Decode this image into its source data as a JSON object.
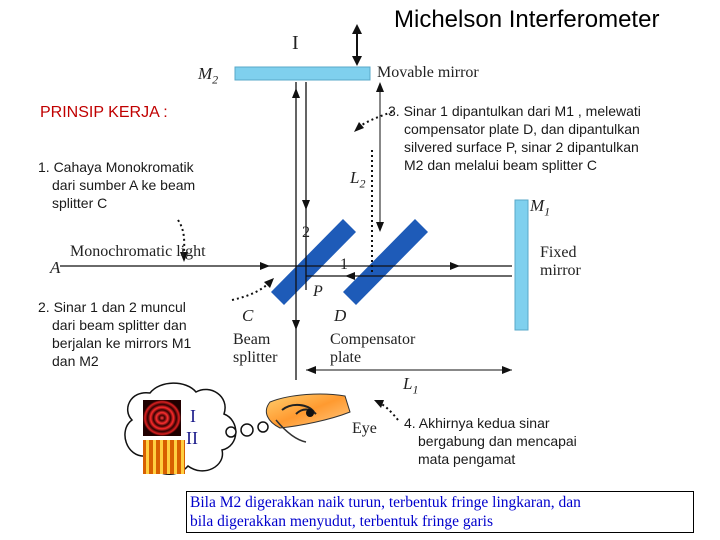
{
  "title": "Michelson Interferometer",
  "principle_heading": "PRINSIP KERJA :",
  "steps": {
    "step1_line1": "1. Cahaya Monokromatik",
    "step1_line2": "dari sumber A ke beam",
    "step1_line3": "splitter C",
    "step2_line1": "2. Sinar 1 dan 2  muncul",
    "step2_line2": "dari beam splitter dan",
    "step2_line3": "berjalan ke mirrors M1",
    "step2_line4": "dan M2",
    "step3_line1": "3. Sinar 1 dipantulkan dari M1 , melewati",
    "step3_line2": "compensator plate D, dan dipantulkan",
    "step3_line3": "silvered surface P,  sinar 2 dipantulkan",
    "step3_line4": "M2 dan melalui beam splitter C",
    "step4_line1": "4. Akhirnya  kedua sinar",
    "step4_line2": "bergabung dan mencapai",
    "step4_line3": "mata pengamat"
  },
  "labels": {
    "roman_top": "I",
    "m2": "M2",
    "movable_mirror": "Movable mirror",
    "l2": "L2",
    "m1": "M1",
    "fixed_mirror_1": "Fixed",
    "fixed_mirror_2": "mirror",
    "ray2": "2",
    "ray1": "1",
    "monochromatic_light": "Monochromatic light",
    "source_a": "A",
    "point_p": "P",
    "point_c": "C",
    "point_d": "D",
    "beam": "Beam",
    "splitter": "splitter",
    "compensator": "Compensator",
    "plate": "plate",
    "l1": "L1",
    "eye": "Eye",
    "pattern_i": "I",
    "pattern_ii": "II"
  },
  "bottom_note": {
    "line1": "Bila M2  digerakkan naik turun, terbentuk fringe lingkaran, dan",
    "line2": "bila digerakkan menyudut, terbentuk fringe garis"
  },
  "colors": {
    "mirror": "#7fd0ee",
    "splitter": "#1e5bb8",
    "heading": "#c00000",
    "bottom_text": "#0000cc"
  }
}
